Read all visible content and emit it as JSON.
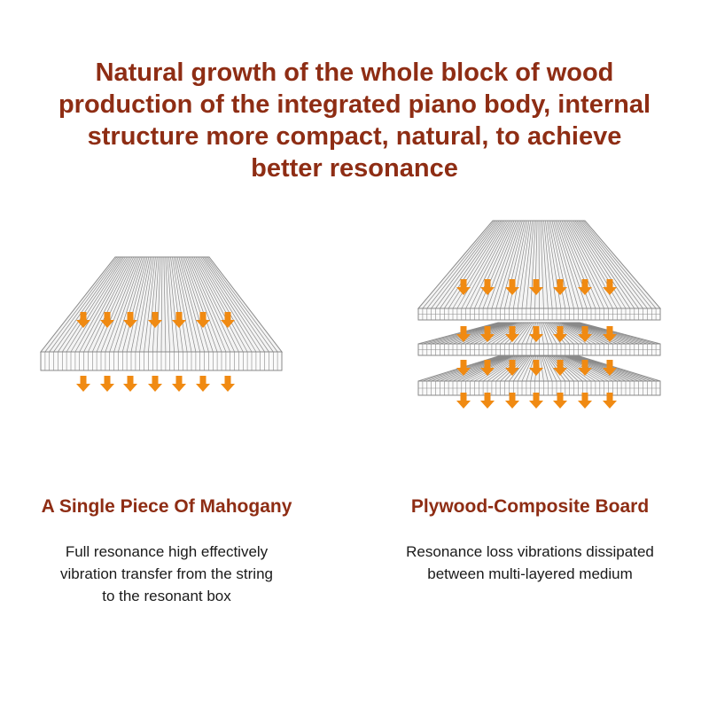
{
  "headline": [
    "Natural growth of the whole block of wood",
    "production of the integrated piano body, internal",
    "structure more compact, natural, to achieve",
    "better resonance"
  ],
  "left": {
    "title": "A Single Piece Of Mahogany",
    "description": [
      "Full resonance high effectively",
      "vibration transfer from the string",
      "to the resonant box"
    ]
  },
  "right": {
    "title": "Plywood-Composite Board",
    "description": [
      "Resonance loss vibrations dissipated",
      "between multi-layered medium"
    ]
  },
  "colors": {
    "headline": "#8e2d14",
    "arrow": "#f08a12",
    "board_line": "#8a8a8a"
  }
}
